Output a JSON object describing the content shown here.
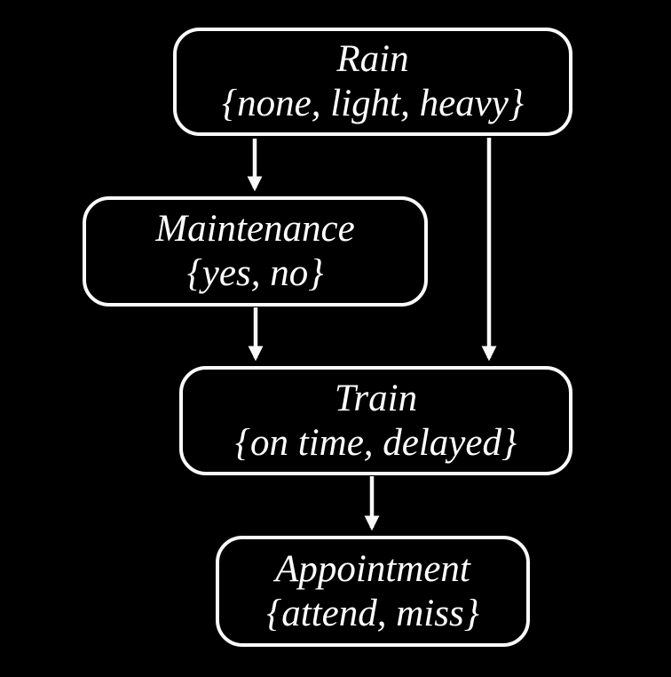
{
  "diagram": {
    "type": "bayesian-network",
    "colors": {
      "background": "#000000",
      "node_border": "#ffffff",
      "text": "#ffffff",
      "arrow": "#ffffff"
    },
    "nodes": [
      {
        "id": "rain",
        "label": "Rain",
        "values": "{none, light, heavy}"
      },
      {
        "id": "maintenance",
        "label": "Maintenance",
        "values": "{yes, no}"
      },
      {
        "id": "train",
        "label": "Train",
        "values": "{on time, delayed}"
      },
      {
        "id": "appointment",
        "label": "Appointment",
        "values": "{attend, miss}"
      }
    ],
    "edges": [
      {
        "from": "Rain",
        "to": "Maintenance"
      },
      {
        "from": "Rain",
        "to": "Train"
      },
      {
        "from": "Maintenance",
        "to": "Train"
      },
      {
        "from": "Train",
        "to": "Appointment"
      }
    ]
  }
}
